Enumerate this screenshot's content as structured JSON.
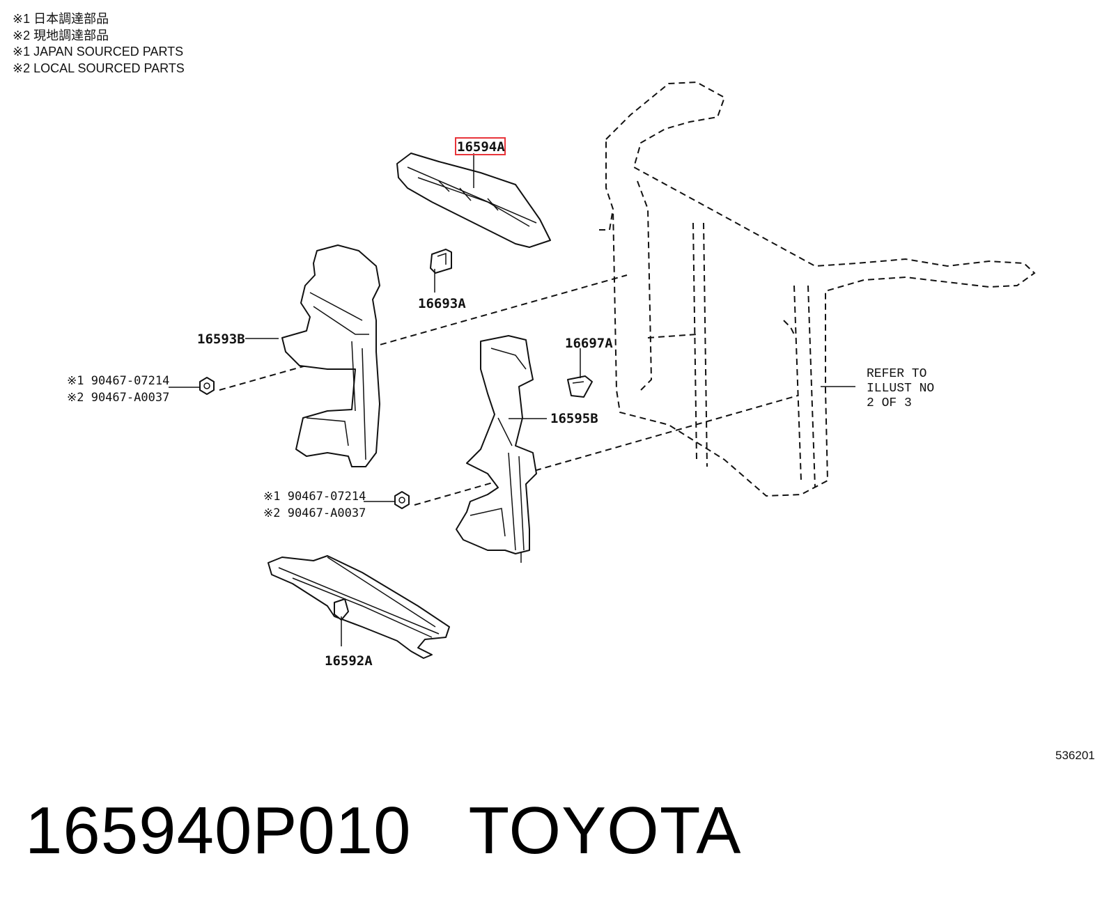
{
  "legend": {
    "line1": "※1 日本調達部品",
    "line2": "※2 現地調達部品",
    "line3": "※1 JAPAN SOURCED PARTS",
    "line4": "※2 LOCAL SOURCED PARTS"
  },
  "callouts": {
    "p16594A": "16594A",
    "p16693A": "16693A",
    "p16593B": "16593B",
    "p16697A": "16697A",
    "p16595B": "16595B",
    "p16592A": "16592A",
    "bolt1_a": "※1 90467-07214",
    "bolt1_b": "※2 90467-A0037",
    "bolt2_a": "※1 90467-07214",
    "bolt2_b": "※2 90467-A0037"
  },
  "refer": {
    "line1": "REFER TO",
    "line2": "ILLUST NO",
    "line3": "2 OF 3"
  },
  "figure_number": "536201",
  "part_number": "165940P010",
  "brand": "TOYOTA",
  "colors": {
    "highlight": "#e8343a",
    "ink": "#111111"
  }
}
